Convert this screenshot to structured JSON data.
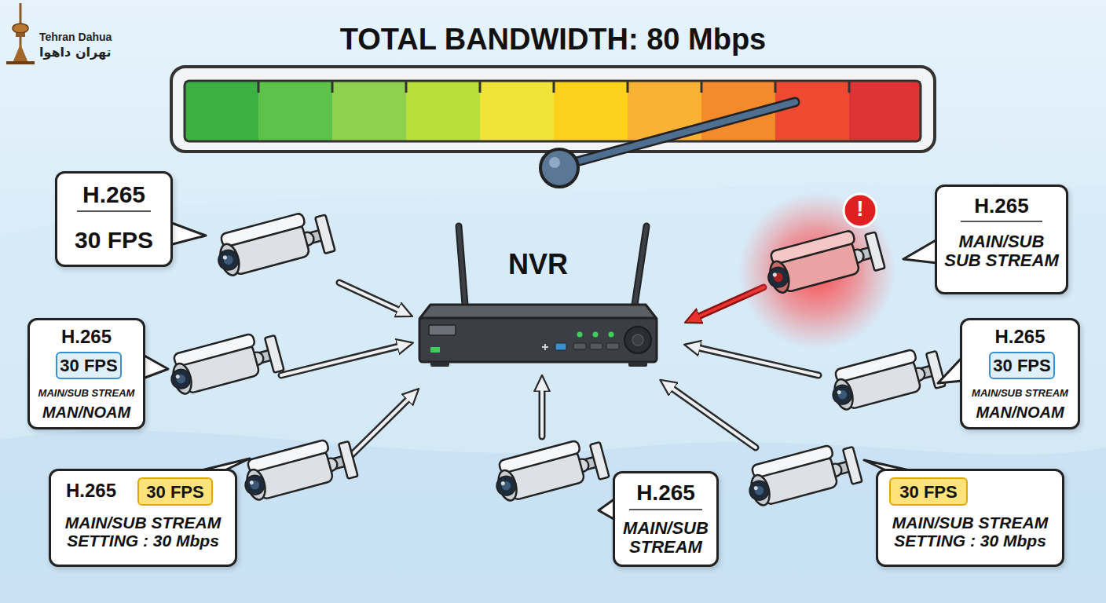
{
  "diagram": {
    "title": "TOTAL BANDWIDTH: 80 Mbps",
    "nodes": [
      {
        "text": [
          "H.265",
          "30 FPS"
        ]
      },
      {
        "text": [
          "H.265",
          "MAIN/SUB SUB STREAM"
        ]
      },
      {
        "text": [
          "NVR"
        ]
      },
      {
        "text": [
          "H.265",
          "MAIN/SUB STREAM",
          "MAN/NOAM"
        ]
      },
      {
        "text": [
          "30 FPS"
        ],
        "in": 3
      },
      {
        "text": [
          "H.265",
          "MAIN/SUB STREAM",
          "MAN/NOAM"
        ]
      },
      {
        "text": [
          "30 FPS"
        ],
        "in": 5
      },
      {
        "text": [
          "H.265",
          "MAIN/SUB STREAM SETTING : 30 Mbps"
        ]
      },
      {
        "text": [
          "30 FPS"
        ],
        "in": 7
      },
      {
        "text": [
          "H.265",
          "MAIN/SUB STREAM"
        ]
      },
      {
        "text": [
          "MAIN/SUB STREAM SETTING : 30 Mbps"
        ]
      },
      {
        "text": [
          "30 FPS"
        ],
        "in": 10
      }
    ],
    "labels": [
      "Tehran Dahua",
      "تهران داهوا",
      "!"
    ]
  }
}
